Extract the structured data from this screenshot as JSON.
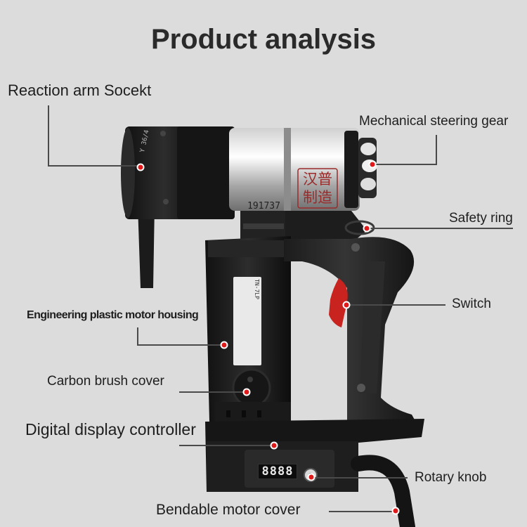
{
  "title": "Product analysis",
  "callouts": {
    "reaction_arm": "Reaction arm Socekt",
    "steering_gear": "Mechanical steering gear",
    "safety_ring": "Safety ring",
    "switch": "Switch",
    "motor_housing": "Engineering plastic motor housing",
    "brush_cover": "Carbon brush cover",
    "display_controller": "Digital display controller",
    "rotary_knob": "Rotary knob",
    "motor_cover": "Bendable motor cover"
  },
  "product_markings": {
    "stamp_line1": "汉普",
    "stamp_line2": "制造",
    "serial": "191737",
    "ring_print": "Y 36/4",
    "model": "TN-7LP",
    "display_readout": "8888"
  },
  "colors": {
    "background": "#dcdcdc",
    "marker": "#e01a1a",
    "trigger": "#c8231f"
  },
  "icons": [
    "marker-dot-icon"
  ]
}
